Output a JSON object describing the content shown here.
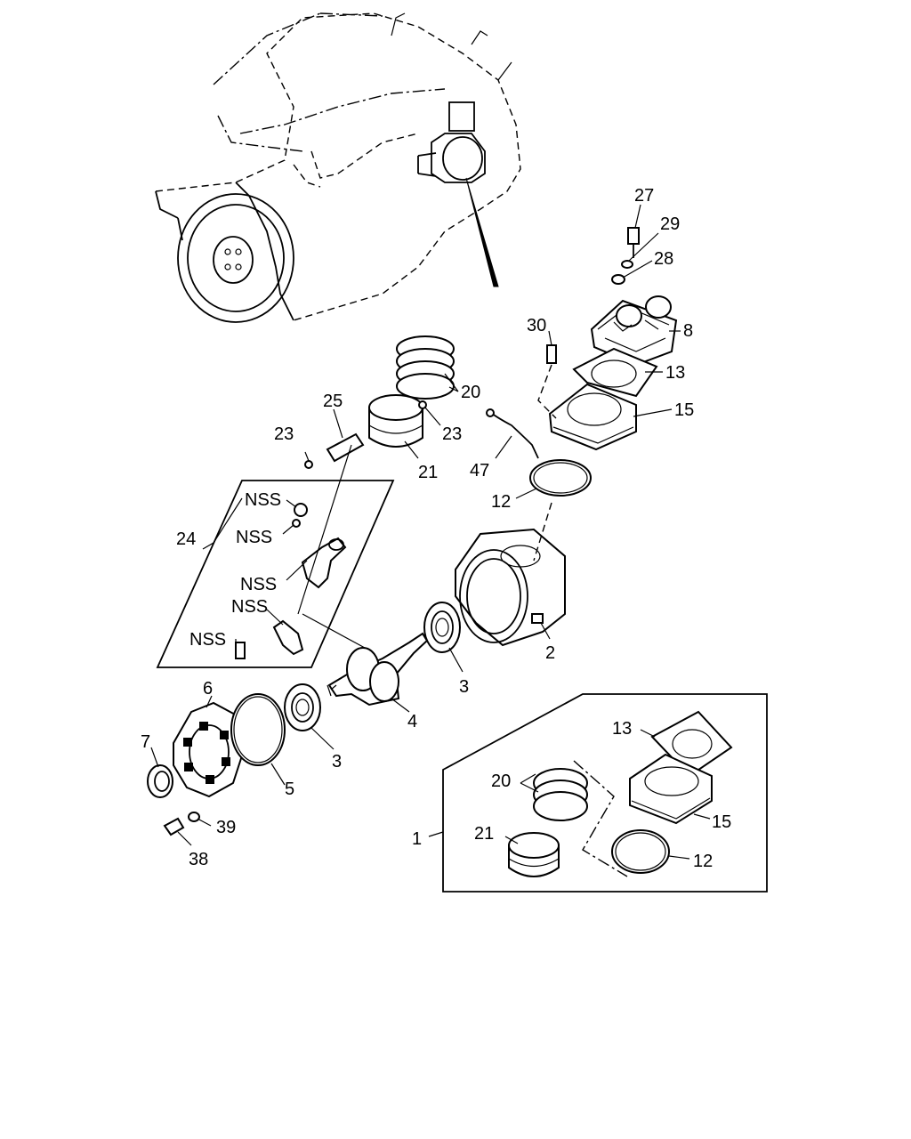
{
  "callouts": {
    "c27": "27",
    "c29": "29",
    "c28": "28",
    "c30": "30",
    "c8": "8",
    "c13_top": "13",
    "c15_top": "15",
    "c20_top": "20",
    "c25": "25",
    "c23_left": "23",
    "c23_right": "23",
    "c21_top": "21",
    "c47": "47",
    "c12_top": "12",
    "c24": "24",
    "nss1": "NSS",
    "nss2": "NSS",
    "nss3": "NSS",
    "nss4": "NSS",
    "nss5": "NSS",
    "c2": "2",
    "c3_right": "3",
    "c4": "4",
    "c6": "6",
    "c7": "7",
    "c5": "5",
    "c3_left": "3",
    "c39": "39",
    "c38": "38",
    "c1": "1",
    "c13_kit": "13",
    "c20_kit": "20",
    "c15_kit": "15",
    "c21_kit": "21",
    "c12_kit": "12"
  }
}
